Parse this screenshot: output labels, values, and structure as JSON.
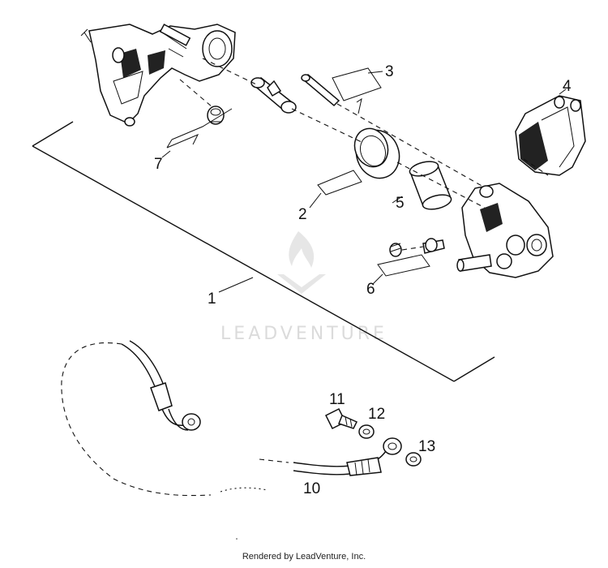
{
  "diagram": {
    "callouts": [
      {
        "id": "1",
        "label": "1"
      },
      {
        "id": "2",
        "label": "2"
      },
      {
        "id": "3",
        "label": "3"
      },
      {
        "id": "4",
        "label": "4"
      },
      {
        "id": "5",
        "label": "5"
      },
      {
        "id": "6",
        "label": "6"
      },
      {
        "id": "7",
        "label": "7"
      },
      {
        "id": "10",
        "label": "10"
      },
      {
        "id": "11",
        "label": "11"
      },
      {
        "id": "12",
        "label": "12"
      },
      {
        "id": "13",
        "label": "13"
      }
    ],
    "watermark": "LEADVENTURE",
    "footer": "Rendered by LeadVenture, Inc."
  }
}
